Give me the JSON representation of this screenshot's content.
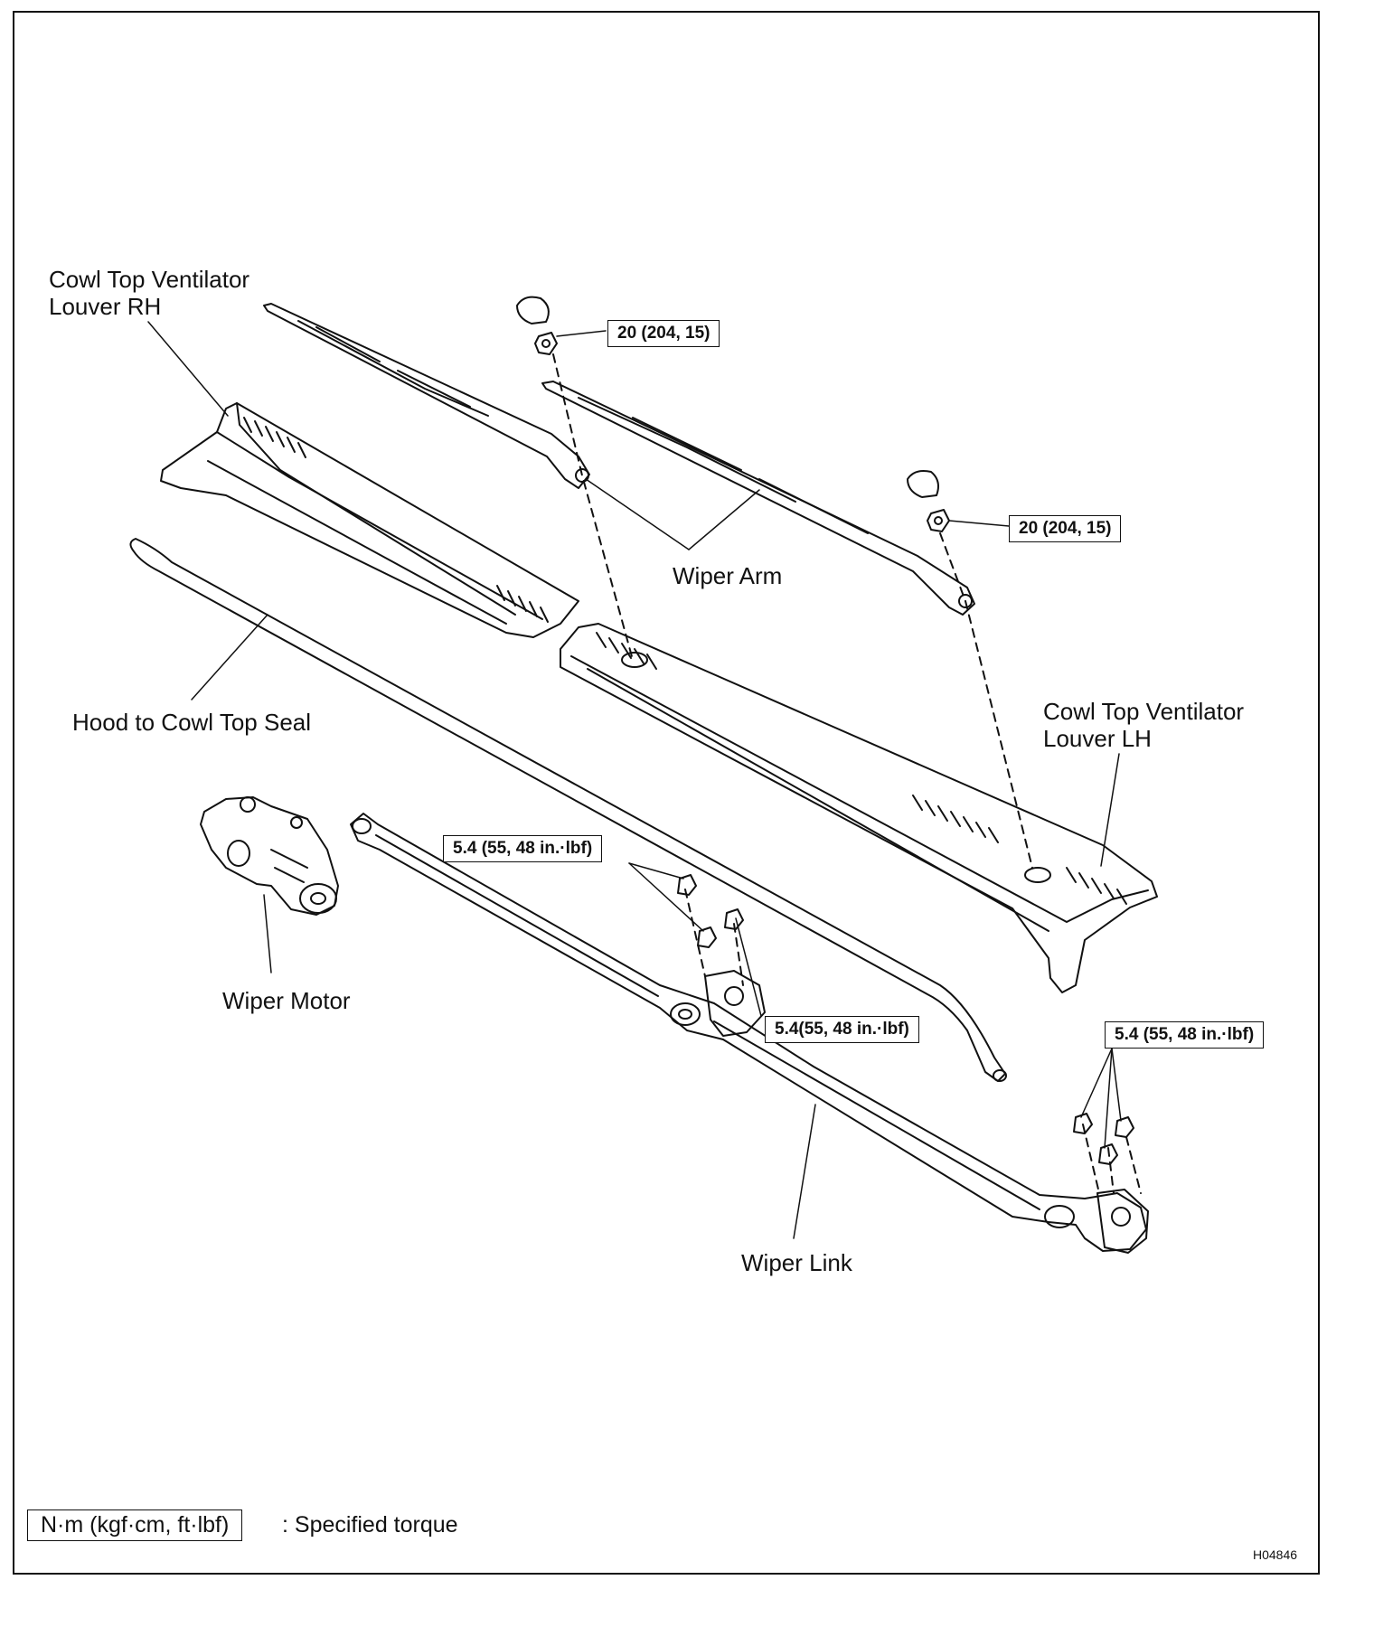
{
  "labels": {
    "cowl_rh": "Cowl Top Ventilator Louver RH",
    "wiper_arm": "Wiper Arm",
    "hood_seal": "Hood to Cowl Top Seal",
    "cowl_lh": "Cowl Top Ventilator Louver LH",
    "wiper_motor": "Wiper Motor",
    "wiper_link": "Wiper Link"
  },
  "torque": {
    "arm_nut_1": "20 (204, 15)",
    "arm_nut_2": "20 (204, 15)",
    "link_bolt_1": "5.4 (55, 48 in.·lbf)",
    "link_bolt_2": "5.4(55, 48 in.·lbf)",
    "link_bolt_3": "5.4 (55, 48 in.·lbf)"
  },
  "legend": {
    "unit_box": "N·m (kgf·cm, ft·lbf)",
    "description": ": Specified torque"
  },
  "figure_id": "H04846"
}
